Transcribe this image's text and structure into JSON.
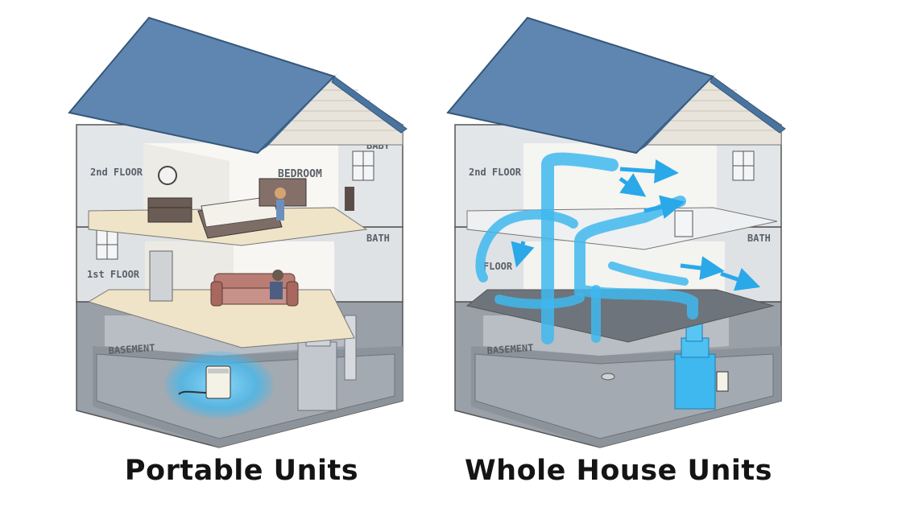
{
  "colors": {
    "roof": "#5e86b0",
    "roof_dark": "#3f6790",
    "siding": "#d9dcdf",
    "floor": "#efe4c8",
    "basement": "#8a9098",
    "airflow": "#3fb8ef",
    "caption_text": "#141414"
  },
  "left_house": {
    "caption": "Portable Units",
    "labels": {
      "second_floor": "2nd FLOOR",
      "first_floor": "1st FLOOR",
      "bedroom": "BEDROOM",
      "baby": "BABY",
      "bath": "BATH",
      "basement": "BASEMENT"
    }
  },
  "right_house": {
    "caption": "Whole House Units",
    "labels": {
      "second_floor": "2nd FLOOR",
      "first_floor": "FLOOR",
      "bath": "BATH",
      "basement": "BASEMENT"
    }
  }
}
